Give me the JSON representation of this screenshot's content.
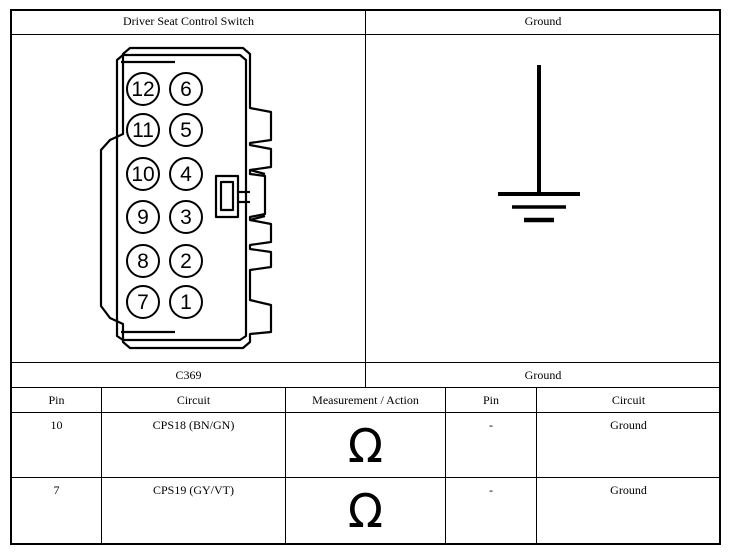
{
  "header": {
    "left_title": "Driver Seat Control Switch",
    "right_title": "Ground"
  },
  "connector": {
    "label": "C369",
    "pins_left_column": [
      "12",
      "11",
      "10",
      "9",
      "8",
      "7"
    ],
    "pins_right_column": [
      "6",
      "5",
      "4",
      "3",
      "2",
      "1"
    ]
  },
  "ground_label": "Ground",
  "table": {
    "headers": [
      "Pin",
      "Circuit",
      "Measurement / Action",
      "Pin",
      "Circuit"
    ],
    "rows": [
      {
        "pin_a": "10",
        "circuit_a": "CPS18 (BN/GN)",
        "measurement": "Ω",
        "pin_b": "-",
        "circuit_b": "Ground"
      },
      {
        "pin_a": "7",
        "circuit_a": "CPS19 (GY/VT)",
        "measurement": "Ω",
        "pin_b": "-",
        "circuit_b": "Ground"
      }
    ]
  }
}
